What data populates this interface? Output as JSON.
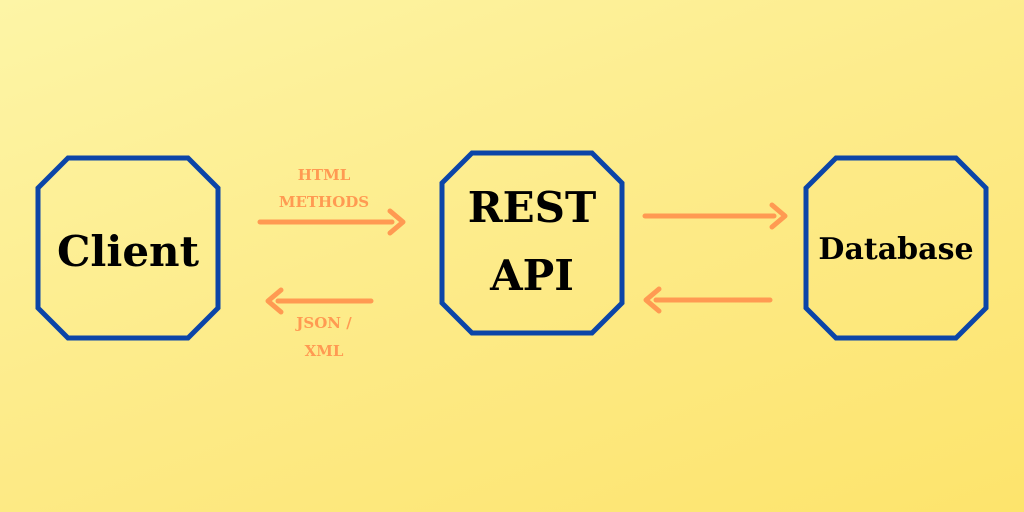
{
  "colors": {
    "node_border": "#0b45a8",
    "arrow": "#ff9a52",
    "edge_label": "#ff9a52",
    "text": "#000000"
  },
  "nodes": {
    "client": {
      "label": "Client"
    },
    "rest_api": {
      "label_line1": "REST",
      "label_line2": "API"
    },
    "database": {
      "label": "Database"
    }
  },
  "edges": {
    "client_to_api": {
      "label_line1": "HTML",
      "label_line2": "METHODS"
    },
    "api_to_client": {
      "label_line1": "JSON /",
      "label_line2": "XML"
    },
    "api_to_database": {},
    "database_to_api": {}
  }
}
